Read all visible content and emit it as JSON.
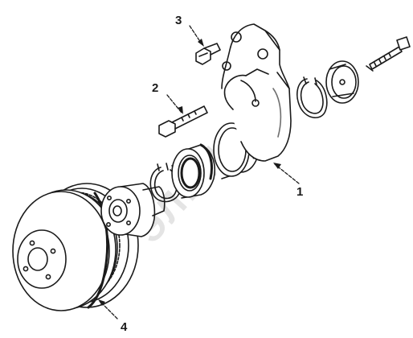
{
  "callouts": {
    "c1": "1",
    "c2": "2",
    "c3": "3",
    "c4": "4"
  },
  "watermark": {
    "text": "ЭЛВИС"
  },
  "colors": {
    "line": "#1a1a1a",
    "shade": "#6e6e6e",
    "watermark": "#c8c8c8"
  }
}
